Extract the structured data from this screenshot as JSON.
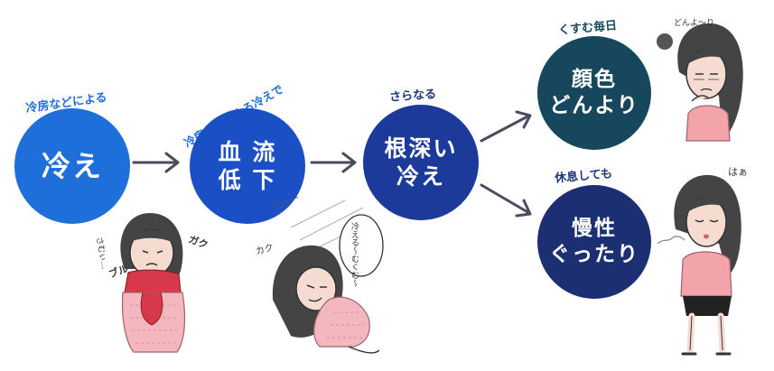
{
  "colors": {
    "node1": "#1e6fd9",
    "node2": "#1a4fc6",
    "node3": "#1c3a9a",
    "node4": "#17475c",
    "node5": "#1c2f72",
    "arrow": "#4a4d5e",
    "caption_blue": "#1e6fd9",
    "caption_dark": "#1c3a7a",
    "caption_teal": "#17475c"
  },
  "steps": {
    "chill": {
      "caption": "冷房などによる",
      "lines": [
        "冷え"
      ]
    },
    "circulation": {
      "caption": "冷房などによる冷えで",
      "lines": [
        "血 流",
        "低 下"
      ]
    },
    "deep": {
      "caption": "さらなる",
      "lines": [
        "根深い",
        "冷え"
      ]
    },
    "dull": {
      "caption": "くすむ毎日",
      "lines": [
        "顔色",
        "どんより"
      ]
    },
    "tired": {
      "caption": "休息しても",
      "lines": [
        "慢性",
        "ぐったり"
      ]
    }
  },
  "illustrations": {
    "girl_shiver": {
      "sfx_left": "さむぃ…",
      "sfx_right_top": "ガク",
      "sfx_right_bottom": "ブル"
    },
    "girl_slump": {
      "sfx_wind": "ヒュー",
      "sfx_left": "カク",
      "bubble": "冷える〜むくむ〜"
    },
    "girl_dull": {
      "sfx": "どんよ〜り"
    },
    "girl_tired": {
      "sfx": "はぁ"
    }
  }
}
